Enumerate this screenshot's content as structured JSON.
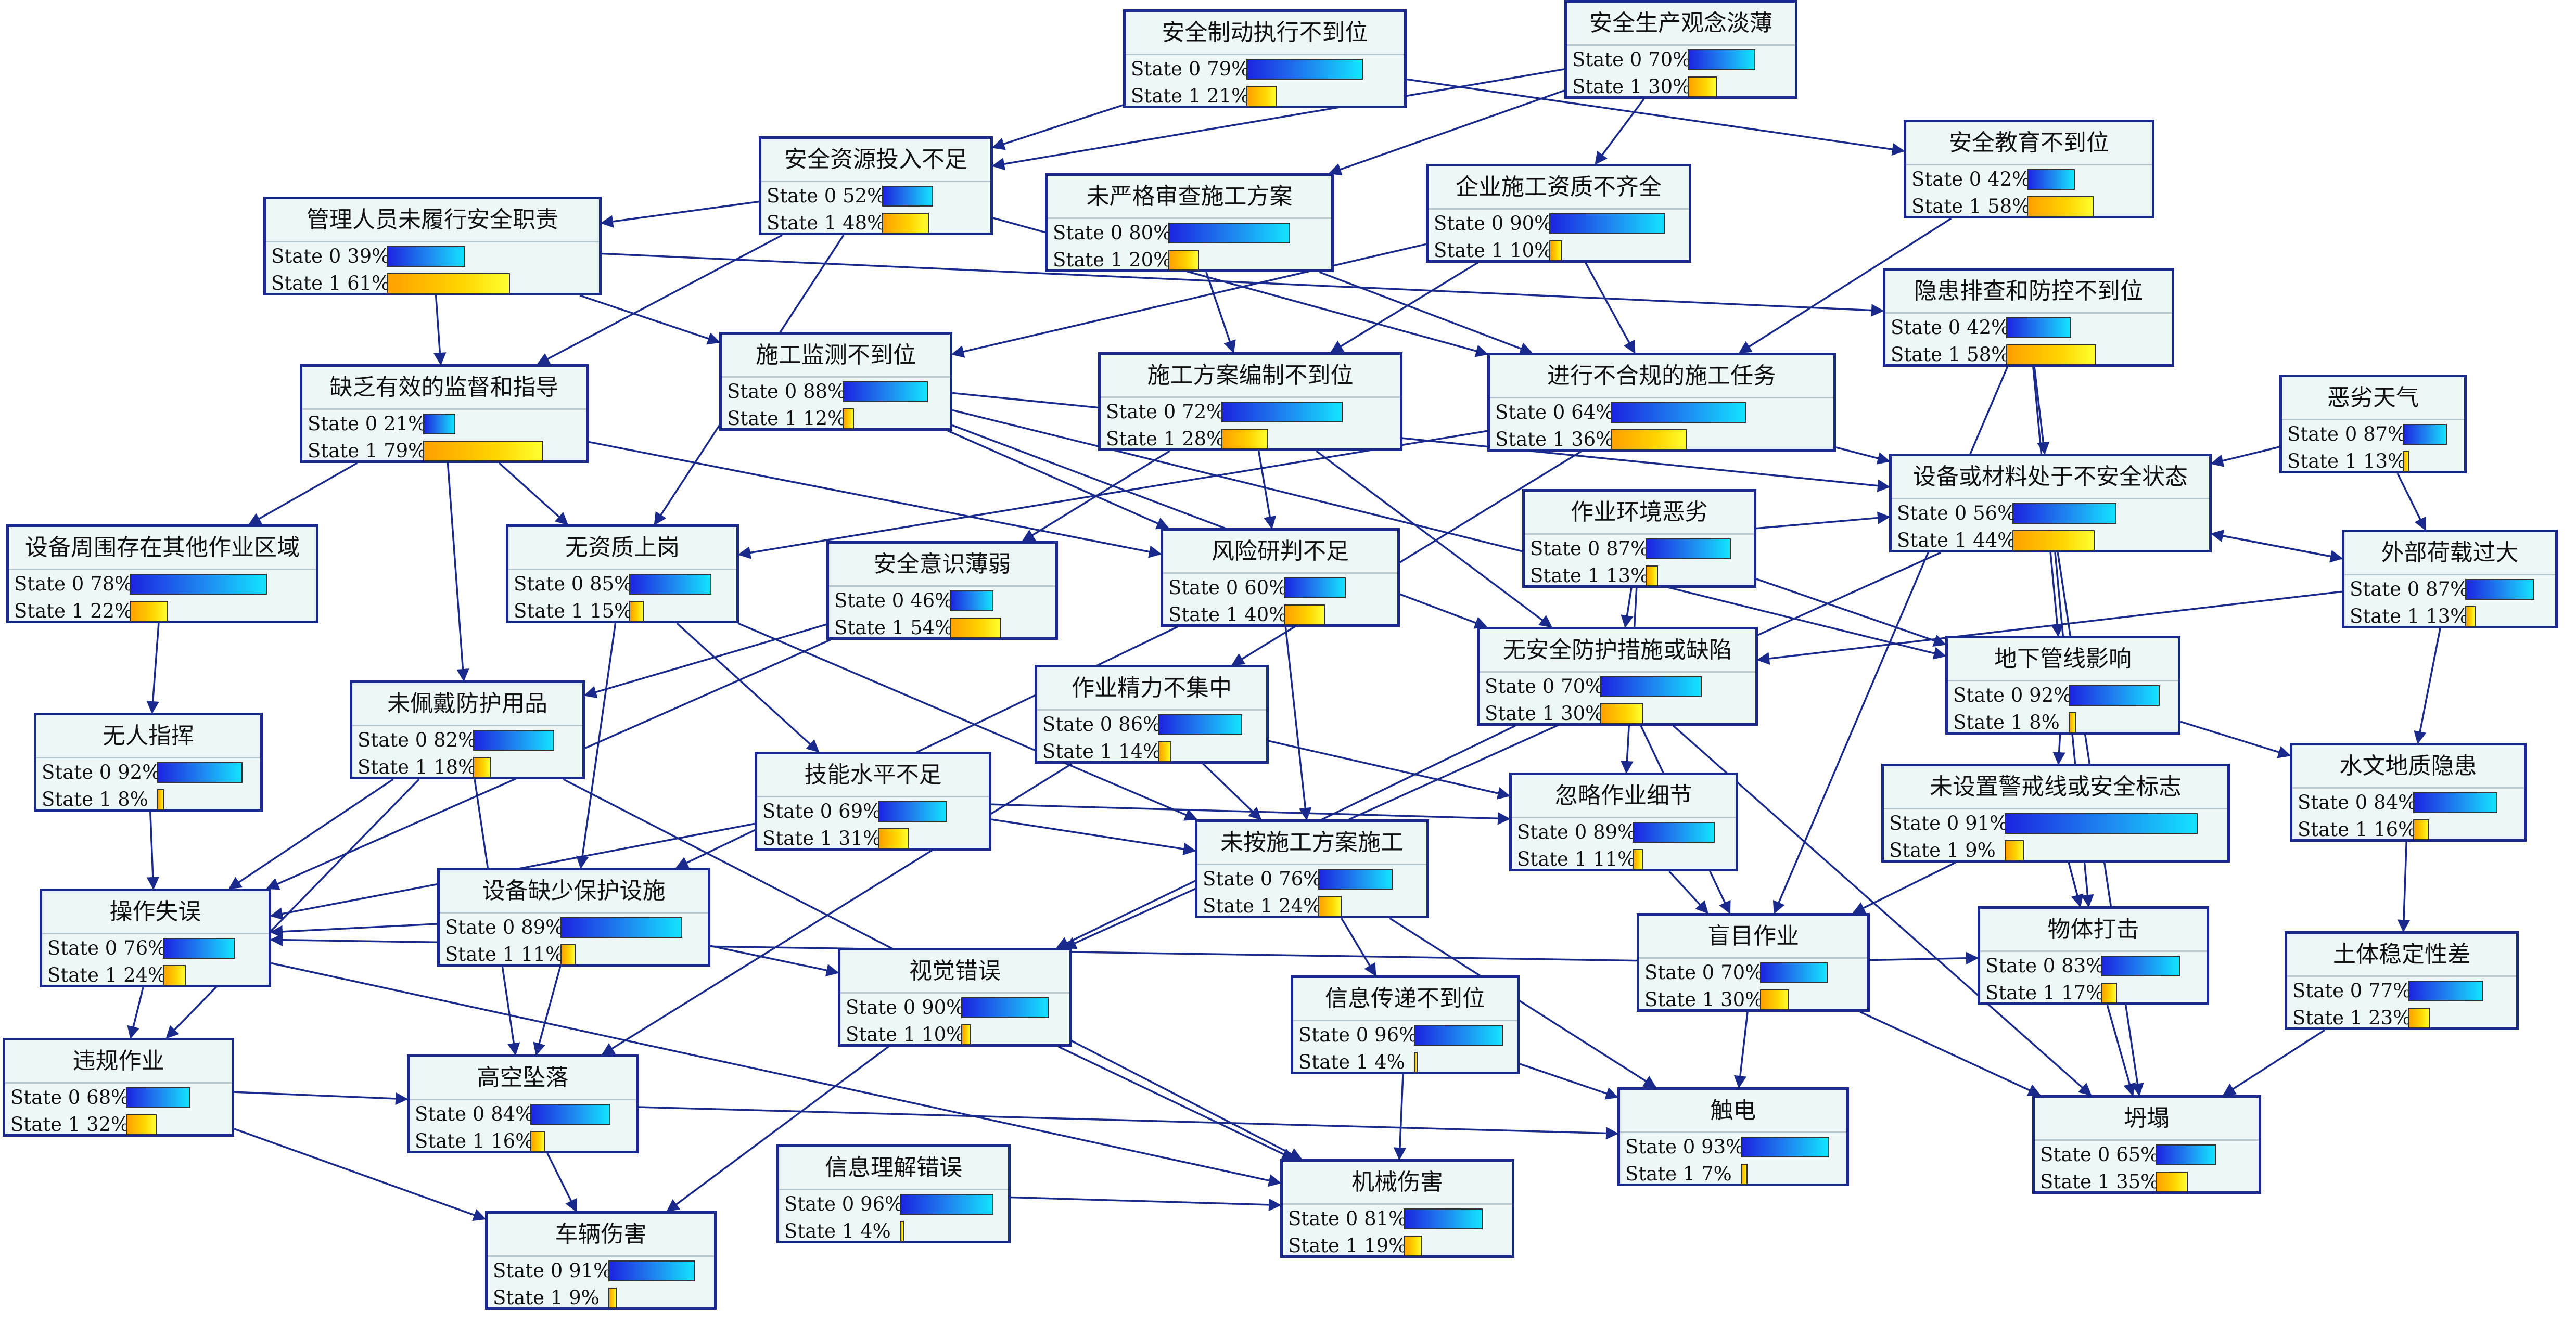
{
  "colors": {
    "node_border": "#1a2a8c",
    "node_fill": "#eef7f8",
    "edge": "#1a2a8c",
    "state0_bar": "#1e8af0",
    "state1_bar": "#ffd400"
  },
  "nodes": [
    {
      "id": "n1",
      "title": "安全制动执行不到位",
      "s0": "State 0 79%",
      "s1": "State 1 21%",
      "p0": 79,
      "p1": 21
    },
    {
      "id": "n2",
      "title": "安全生产观念淡薄",
      "s0": "State 0 70%",
      "s1": "State 1 30%",
      "p0": 70,
      "p1": 30
    },
    {
      "id": "n3",
      "title": "安全教育不到位",
      "s0": "State 0 42%",
      "s1": "State 1 58%",
      "p0": 42,
      "p1": 58
    },
    {
      "id": "n4",
      "title": "安全资源投入不足",
      "s0": "State 0 52%",
      "s1": "State 1 48%",
      "p0": 52,
      "p1": 48
    },
    {
      "id": "n5",
      "title": "未严格审查施工方案",
      "s0": "State 0 80%",
      "s1": "State 1 20%",
      "p0": 80,
      "p1": 20
    },
    {
      "id": "n6",
      "title": "企业施工资质不齐全",
      "s0": "State 0 90%",
      "s1": "State 1 10%",
      "p0": 90,
      "p1": 10
    },
    {
      "id": "n7",
      "title": "管理人员未履行安全职责",
      "s0": "State 0 39%",
      "s1": "State 1 61%",
      "p0": 39,
      "p1": 61
    },
    {
      "id": "n8",
      "title": "隐患排查和防控不到位",
      "s0": "State 0 42%",
      "s1": "State 1 58%",
      "p0": 42,
      "p1": 58
    },
    {
      "id": "n9",
      "title": "施工监测不到位",
      "s0": "State 0 88%",
      "s1": "State 1 12%",
      "p0": 88,
      "p1": 12
    },
    {
      "id": "n10",
      "title": "缺乏有效的监督和指导",
      "s0": "State 0 21%",
      "s1": "State 1 79%",
      "p0": 21,
      "p1": 79
    },
    {
      "id": "n11",
      "title": "施工方案编制不到位",
      "s0": "State 0 72%",
      "s1": "State 1 28%",
      "p0": 72,
      "p1": 28
    },
    {
      "id": "n12",
      "title": "进行不合规的施工任务",
      "s0": "State 0 64%",
      "s1": "State 1 36%",
      "p0": 64,
      "p1": 36
    },
    {
      "id": "n13",
      "title": "恶劣天气",
      "s0": "State 0 87%",
      "s1": "State 1 13%",
      "p0": 87,
      "p1": 13
    },
    {
      "id": "n14",
      "title": "设备或材料处于不安全状态",
      "s0": "State 0 56%",
      "s1": "State 1 44%",
      "p0": 56,
      "p1": 44
    },
    {
      "id": "n15",
      "title": "设备周围存在其他作业区域",
      "s0": "State 0 78%",
      "s1": "State 1 22%",
      "p0": 78,
      "p1": 22
    },
    {
      "id": "n16",
      "title": "无资质上岗",
      "s0": "State 0 85%",
      "s1": "State 1 15%",
      "p0": 85,
      "p1": 15
    },
    {
      "id": "n17",
      "title": "安全意识薄弱",
      "s0": "State 0 46%",
      "s1": "State 1 54%",
      "p0": 46,
      "p1": 54
    },
    {
      "id": "n18",
      "title": "风险研判不足",
      "s0": "State 0 60%",
      "s1": "State 1 40%",
      "p0": 60,
      "p1": 40
    },
    {
      "id": "n19",
      "title": "作业环境恶劣",
      "s0": "State 0 87%",
      "s1": "State 1 13%",
      "p0": 87,
      "p1": 13
    },
    {
      "id": "n20",
      "title": "外部荷载过大",
      "s0": "State 0 87%",
      "s1": "State 1 13%",
      "p0": 87,
      "p1": 13
    },
    {
      "id": "n21",
      "title": "无安全防护措施或缺陷",
      "s0": "State 0 70%",
      "s1": "State 1 30%",
      "p0": 70,
      "p1": 30
    },
    {
      "id": "n22",
      "title": "地下管线影响",
      "s0": "State 0 92%",
      "s1": "State 1 8%",
      "p0": 92,
      "p1": 8
    },
    {
      "id": "n23",
      "title": "无人指挥",
      "s0": "State 0 92%",
      "s1": "State 1 8%",
      "p0": 92,
      "p1": 8
    },
    {
      "id": "n24",
      "title": "未佩戴防护用品",
      "s0": "State 0 82%",
      "s1": "State 1 18%",
      "p0": 82,
      "p1": 18
    },
    {
      "id": "n25",
      "title": "作业精力不集中",
      "s0": "State 0 86%",
      "s1": "State 1 14%",
      "p0": 86,
      "p1": 14
    },
    {
      "id": "n26",
      "title": "水文地质隐患",
      "s0": "State 0 84%",
      "s1": "State 1 16%",
      "p0": 84,
      "p1": 16
    },
    {
      "id": "n27",
      "title": "技能水平不足",
      "s0": "State 0 69%",
      "s1": "State 1 31%",
      "p0": 69,
      "p1": 31
    },
    {
      "id": "n28",
      "title": "忽略作业细节",
      "s0": "State 0 89%",
      "s1": "State 1 11%",
      "p0": 89,
      "p1": 11
    },
    {
      "id": "n29",
      "title": "未设置警戒线或安全标志",
      "s0": "State 0 91%",
      "s1": "State 1 9%",
      "p0": 91,
      "p1": 9
    },
    {
      "id": "n30",
      "title": "未按施工方案施工",
      "s0": "State 0 76%",
      "s1": "State 1 24%",
      "p0": 76,
      "p1": 24
    },
    {
      "id": "n31",
      "title": "操作失误",
      "s0": "State 0 76%",
      "s1": "State 1 24%",
      "p0": 76,
      "p1": 24
    },
    {
      "id": "n32",
      "title": "设备缺少保护设施",
      "s0": "State 0 89%",
      "s1": "State 1 11%",
      "p0": 89,
      "p1": 11
    },
    {
      "id": "n33",
      "title": "盲目作业",
      "s0": "State 0 70%",
      "s1": "State 1 30%",
      "p0": 70,
      "p1": 30
    },
    {
      "id": "n34",
      "title": "物体打击",
      "s0": "State 0 83%",
      "s1": "State 1 17%",
      "p0": 83,
      "p1": 17
    },
    {
      "id": "n35",
      "title": "土体稳定性差",
      "s0": "State 0 77%",
      "s1": "State 1 23%",
      "p0": 77,
      "p1": 23
    },
    {
      "id": "n36",
      "title": "视觉错误",
      "s0": "State 0 90%",
      "s1": "State 1 10%",
      "p0": 90,
      "p1": 10
    },
    {
      "id": "n37",
      "title": "信息传递不到位",
      "s0": "State 0 96%",
      "s1": "State 1 4%",
      "p0": 96,
      "p1": 4
    },
    {
      "id": "n38",
      "title": "违规作业",
      "s0": "State 0 68%",
      "s1": "State 1 32%",
      "p0": 68,
      "p1": 32
    },
    {
      "id": "n39",
      "title": "高空坠落",
      "s0": "State 0 84%",
      "s1": "State 1 16%",
      "p0": 84,
      "p1": 16
    },
    {
      "id": "n40",
      "title": "触电",
      "s0": "State 0 93%",
      "s1": "State 1 7%",
      "p0": 93,
      "p1": 7
    },
    {
      "id": "n41",
      "title": "坍塌",
      "s0": "State 0 65%",
      "s1": "State 1 35%",
      "p0": 65,
      "p1": 35
    },
    {
      "id": "n42",
      "title": "信息理解错误",
      "s0": "State 0 96%",
      "s1": "State 1 4%",
      "p0": 96,
      "p1": 4
    },
    {
      "id": "n43",
      "title": "机械伤害",
      "s0": "State 0 81%",
      "s1": "State 1 19%",
      "p0": 81,
      "p1": 19
    },
    {
      "id": "n44",
      "title": "车辆伤害",
      "s0": "State 0 91%",
      "s1": "State 1 9%",
      "p0": 91,
      "p1": 9
    }
  ],
  "edges": [
    [
      "n1",
      "n4"
    ],
    [
      "n1",
      "n3"
    ],
    [
      "n4",
      "n7"
    ],
    [
      "n2",
      "n5"
    ],
    [
      "n2",
      "n6"
    ],
    [
      "n2",
      "n4"
    ],
    [
      "n4",
      "n10"
    ],
    [
      "n4",
      "n12"
    ],
    [
      "n4",
      "n16"
    ],
    [
      "n7",
      "n10"
    ],
    [
      "n7",
      "n9"
    ],
    [
      "n7",
      "n8"
    ],
    [
      "n5",
      "n11"
    ],
    [
      "n5",
      "n12"
    ],
    [
      "n6",
      "n9"
    ],
    [
      "n6",
      "n12"
    ],
    [
      "n6",
      "n11"
    ],
    [
      "n3",
      "n12"
    ],
    [
      "n8",
      "n14"
    ],
    [
      "n8",
      "n33"
    ],
    [
      "n8",
      "n22"
    ],
    [
      "n9",
      "n14"
    ],
    [
      "n9",
      "n18"
    ],
    [
      "n9",
      "n21"
    ],
    [
      "n9",
      "n22"
    ],
    [
      "n10",
      "n15"
    ],
    [
      "n10",
      "n16"
    ],
    [
      "n10",
      "n24"
    ],
    [
      "n10",
      "n18"
    ],
    [
      "n11",
      "n18"
    ],
    [
      "n11",
      "n21"
    ],
    [
      "n11",
      "n17"
    ],
    [
      "n12",
      "n14"
    ],
    [
      "n12",
      "n16"
    ],
    [
      "n12",
      "n25"
    ],
    [
      "n13",
      "n14"
    ],
    [
      "n13",
      "n20"
    ],
    [
      "n14",
      "n20"
    ],
    [
      "n20",
      "n14"
    ],
    [
      "n14",
      "n34"
    ],
    [
      "n14",
      "n41"
    ],
    [
      "n14",
      "n36"
    ],
    [
      "n15",
      "n23"
    ],
    [
      "n16",
      "n27"
    ],
    [
      "n16",
      "n32"
    ],
    [
      "n16",
      "n30"
    ],
    [
      "n17",
      "n24"
    ],
    [
      "n17",
      "n31"
    ],
    [
      "n18",
      "n30"
    ],
    [
      "n18",
      "n32"
    ],
    [
      "n19",
      "n14"
    ],
    [
      "n19",
      "n21"
    ],
    [
      "n19",
      "n28"
    ],
    [
      "n19",
      "n22"
    ],
    [
      "n20",
      "n21"
    ],
    [
      "n20",
      "n26"
    ],
    [
      "n22",
      "n26"
    ],
    [
      "n22",
      "n29"
    ],
    [
      "n21",
      "n33"
    ],
    [
      "n21",
      "n41"
    ],
    [
      "n21",
      "n36"
    ],
    [
      "n24",
      "n31"
    ],
    [
      "n24",
      "n38"
    ],
    [
      "n24",
      "n39"
    ],
    [
      "n24",
      "n43"
    ],
    [
      "n25",
      "n30"
    ],
    [
      "n25",
      "n28"
    ],
    [
      "n25",
      "n39"
    ],
    [
      "n26",
      "n35"
    ],
    [
      "n27",
      "n28"
    ],
    [
      "n27",
      "n31"
    ],
    [
      "n27",
      "n30"
    ],
    [
      "n28",
      "n33"
    ],
    [
      "n29",
      "n33"
    ],
    [
      "n29",
      "n34"
    ],
    [
      "n30",
      "n37"
    ],
    [
      "n30",
      "n40"
    ],
    [
      "n31",
      "n38"
    ],
    [
      "n31",
      "n43"
    ],
    [
      "n32",
      "n39"
    ],
    [
      "n32",
      "n36"
    ],
    [
      "n32",
      "n31"
    ],
    [
      "n33",
      "n31"
    ],
    [
      "n33",
      "n34"
    ],
    [
      "n33",
      "n40"
    ],
    [
      "n33",
      "n41"
    ],
    [
      "n34",
      "n41"
    ],
    [
      "n35",
      "n41"
    ],
    [
      "n36",
      "n43"
    ],
    [
      "n36",
      "n44"
    ],
    [
      "n37",
      "n40"
    ],
    [
      "n37",
      "n43"
    ],
    [
      "n38",
      "n39"
    ],
    [
      "n38",
      "n44"
    ],
    [
      "n39",
      "n44"
    ],
    [
      "n39",
      "n40"
    ],
    [
      "n42",
      "n43"
    ],
    [
      "n23",
      "n31"
    ]
  ]
}
